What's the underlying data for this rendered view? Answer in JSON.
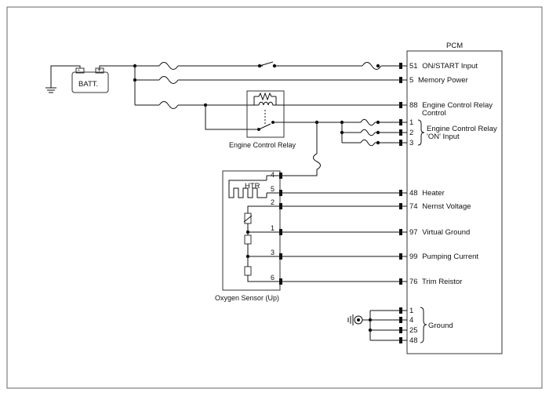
{
  "battery": {
    "label": "BATT.",
    "neg_symbol": "-",
    "pos_symbol": "+"
  },
  "pcm": {
    "title": "PCM",
    "inputs": [
      {
        "pin": "51",
        "label": "ON/START Input"
      },
      {
        "pin": "5",
        "label": "Memory Power"
      },
      {
        "pin": "88",
        "label": "Engine Control Relay",
        "label2": "Control"
      },
      {
        "pin": "48",
        "label": "Heater"
      },
      {
        "pin": "74",
        "label": "Nernst Voltage"
      },
      {
        "pin": "97",
        "label": "Virtual Ground"
      },
      {
        "pin": "99",
        "label": "Pumping Current"
      },
      {
        "pin": "76",
        "label": "Trim Reistor"
      }
    ],
    "relay_on_input": {
      "pins": [
        "1",
        "2",
        "3"
      ],
      "label": "Engine Control Relay",
      "label2": "'ON' Input"
    },
    "ground": {
      "pins": [
        "1",
        "4",
        "25",
        "48"
      ],
      "label": "Ground"
    }
  },
  "engine_control_relay": {
    "label": "Engine Control Relay"
  },
  "oxygen_sensor": {
    "label": "Oxygen Sensor (Up)",
    "heater_label": "HTR",
    "pins": [
      "4",
      "5",
      "2",
      "1",
      "3",
      "6"
    ]
  }
}
